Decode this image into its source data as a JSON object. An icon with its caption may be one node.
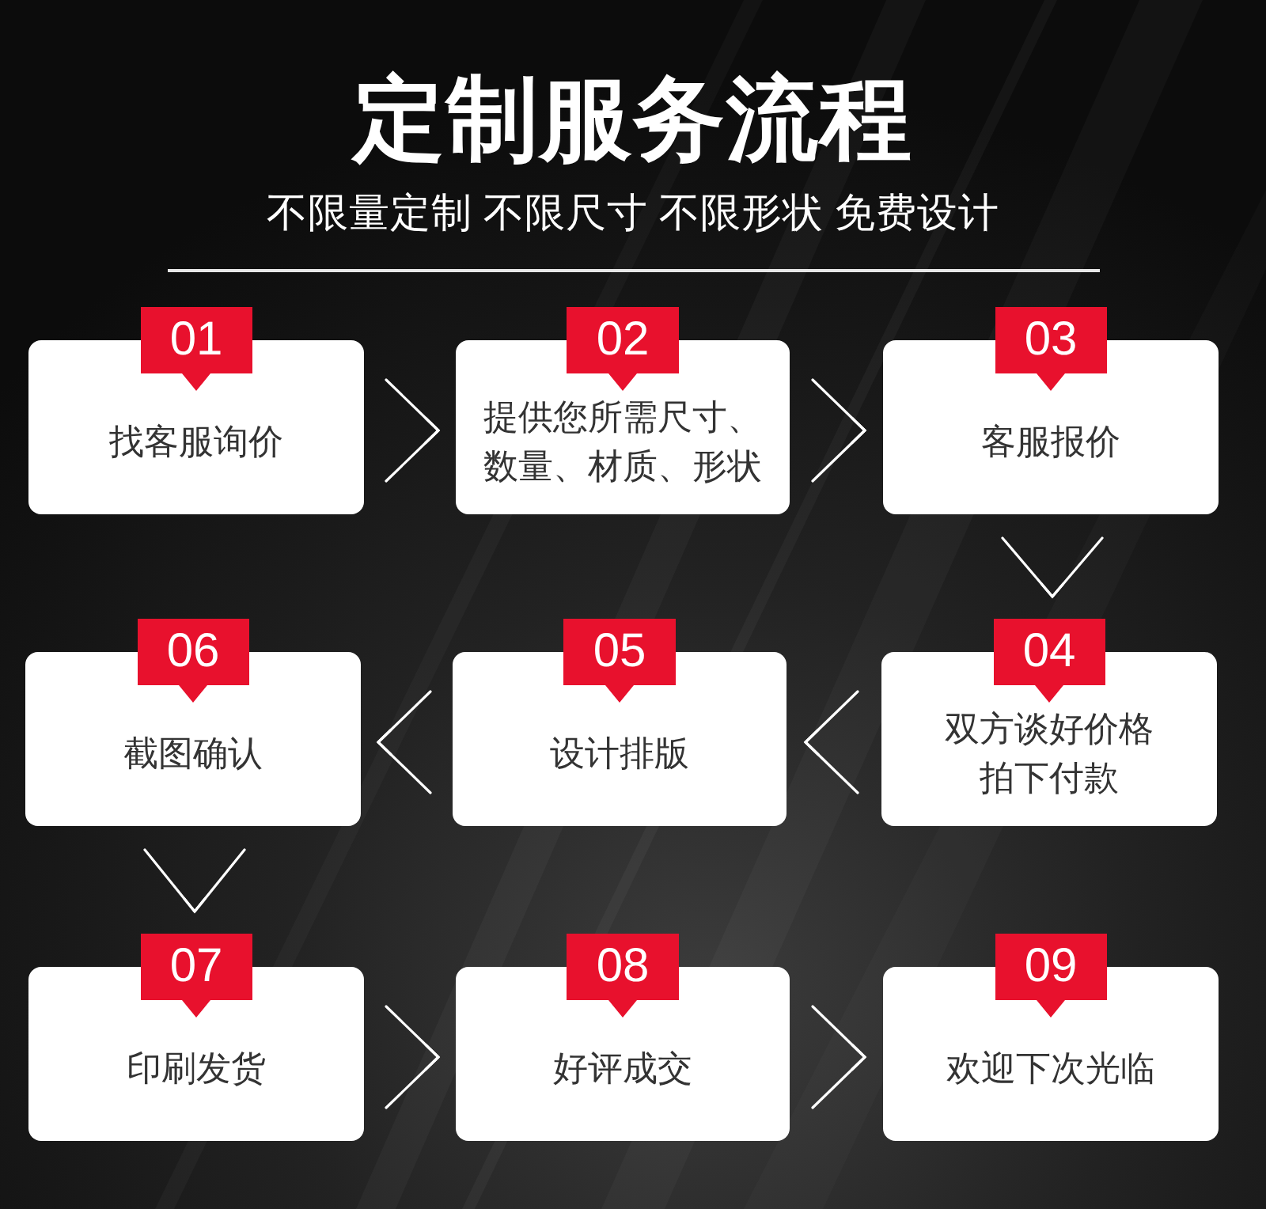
{
  "diagram": {
    "title": "定制服务流程",
    "nodes": [
      {
        "text": [
          "01",
          "找客服询价"
        ]
      },
      {
        "text": [
          "02",
          "提供您所需尺寸、数量、材质、形状"
        ]
      },
      {
        "text": [
          "03",
          "客服报价"
        ]
      },
      {
        "text": [
          "04",
          "双方谈好价格拍下付款"
        ]
      },
      {
        "text": [
          "05",
          "设计排版"
        ]
      },
      {
        "text": [
          "06",
          "截图确认"
        ]
      },
      {
        "text": [
          "07",
          "印刷发货"
        ]
      },
      {
        "text": [
          "08",
          "好评成交"
        ]
      },
      {
        "text": [
          "09",
          "欢迎下次光临"
        ]
      }
    ],
    "edges": [
      {
        "from": 0,
        "to": 1,
        "arrow": "to"
      },
      {
        "from": 1,
        "to": 2,
        "arrow": "to"
      },
      {
        "from": 2,
        "to": 3,
        "arrow": "to"
      },
      {
        "from": 3,
        "to": 4,
        "arrow": "to"
      },
      {
        "from": 4,
        "to": 5,
        "arrow": "to"
      },
      {
        "from": 5,
        "to": 6,
        "arrow": "to"
      },
      {
        "from": 6,
        "to": 7,
        "arrow": "to"
      },
      {
        "from": 7,
        "to": 8,
        "arrow": "to"
      }
    ],
    "labels": [
      "不限量定制 不限尺寸 不限形状 免费设计"
    ]
  }
}
